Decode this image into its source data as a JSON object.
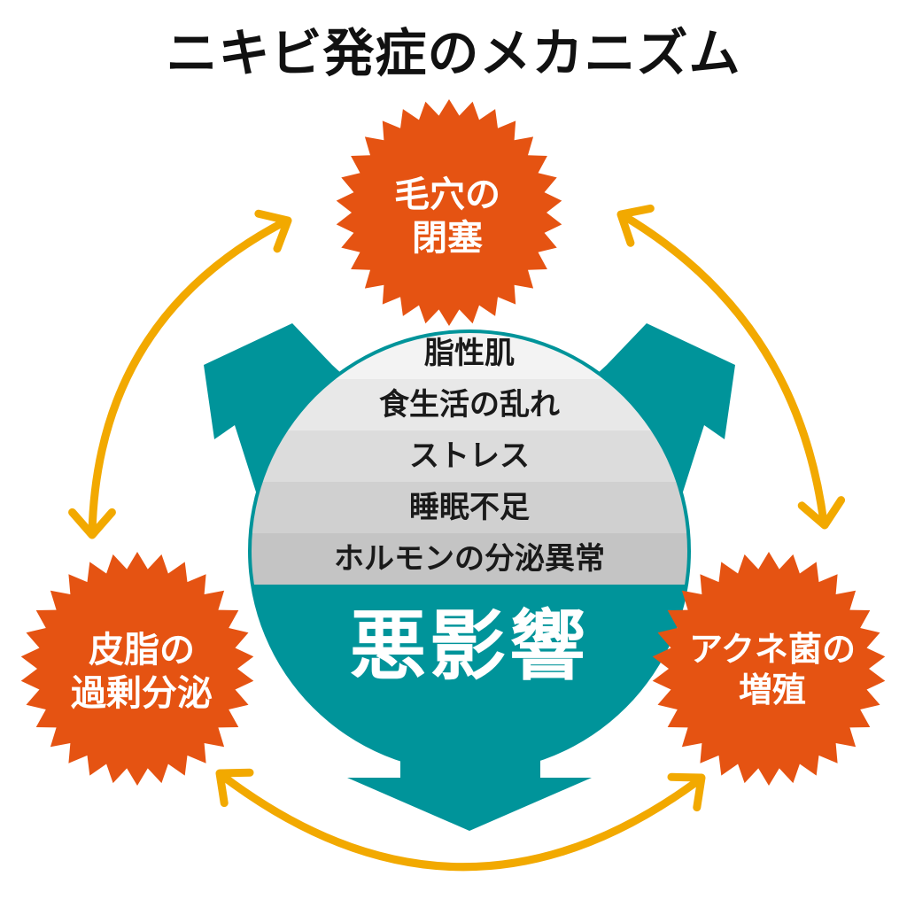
{
  "title": "ニキビ発症のメカニズム",
  "badges": {
    "top": {
      "line1": "毛穴の",
      "line2": "閉塞"
    },
    "left": {
      "line1": "皮脂の",
      "line2": "過剰分泌"
    },
    "right": {
      "line1": "アクネ菌の",
      "line2": "増殖"
    }
  },
  "factors": [
    "脂性肌",
    "食生活の乱れ",
    "ストレス",
    "睡眠不足",
    "ホルモンの分泌異常"
  ],
  "impact_label": "悪影響",
  "colors": {
    "badge": "#e55312",
    "cycle_arrow": "#f2a900",
    "teal": "#00949a",
    "band_colors": [
      "#f3f3f3",
      "#e8e8e8",
      "#dcdcdc",
      "#d0d0d0",
      "#c4c4c4"
    ]
  }
}
